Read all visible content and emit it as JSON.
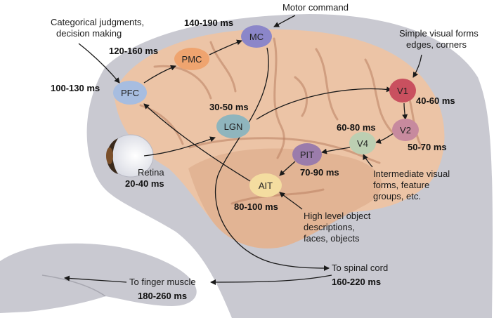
{
  "nodes": {
    "mc": "MC",
    "pmc": "PMC",
    "pfc": "PFC",
    "lgn": "LGN",
    "v1": "V1",
    "v2": "V2",
    "v4": "V4",
    "pit": "PIT",
    "ait": "AIT"
  },
  "colors": {
    "head": "#c9c9d1",
    "brain": "#ecc4a6",
    "brain_shadow": "#d8a27f",
    "mc": "#8b86c9",
    "pmc": "#efa46f",
    "pfc": "#a7bde0",
    "lgn": "#8fb5bd",
    "v1": "#c9505f",
    "v2": "#c78a9e",
    "v4": "#bccfb2",
    "pit": "#9b7cab",
    "ait": "#f4dda0"
  },
  "timings": {
    "mc": "140-190 ms",
    "pmc": "120-160 ms",
    "pfc": "100-130 ms",
    "lgn": "30-50 ms",
    "v1": "40-60 ms",
    "v2": "50-70 ms",
    "v4": "60-80 ms",
    "pit": "70-90 ms",
    "ait": "80-100 ms",
    "retina": "20-40 ms",
    "spinal": "160-220 ms",
    "finger": "180-260 ms"
  },
  "labels": {
    "motor_command": "Motor command",
    "pfc_line1": "Categorical judgments,",
    "pfc_line2": "decision making",
    "v1_line1": "Simple visual forms",
    "v1_line2": "edges, corners",
    "retina": "Retina",
    "v4_line1": "Intermediate visual",
    "v4_line2": "forms, feature",
    "v4_line3": "groups, etc.",
    "ait_line1": "High level object",
    "ait_line2": "descriptions,",
    "ait_line3": "faces, objects",
    "spinal": "To spinal cord",
    "finger": "To finger muscle"
  }
}
